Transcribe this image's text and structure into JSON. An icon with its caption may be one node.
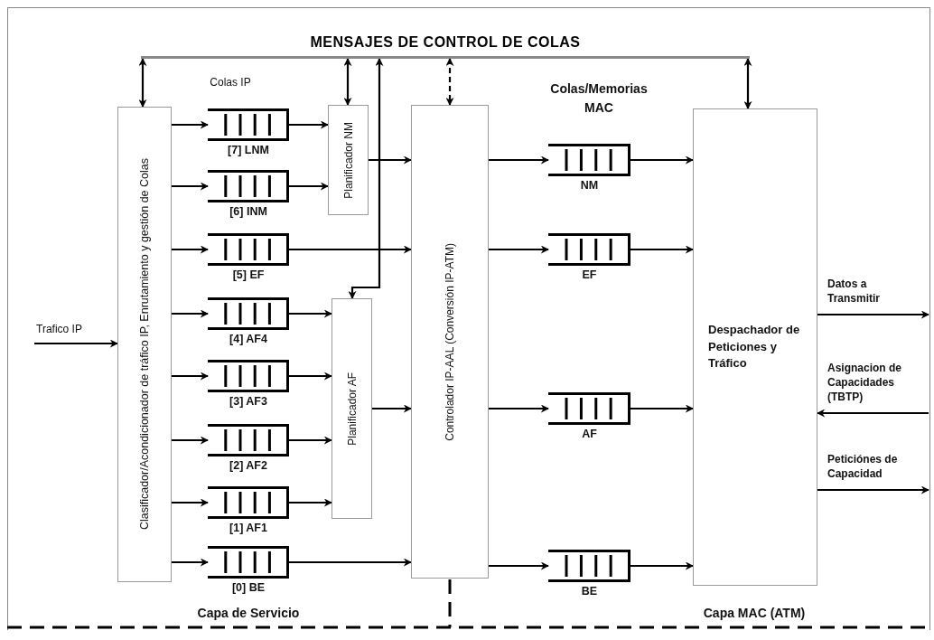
{
  "diagram": {
    "nodes": [
      {
        "text": [
          "MENSAJES DE CONTROL DE COLAS"
        ]
      },
      {
        "text": [
          "Clasificador/Acondicionador de tráfico IP, Enrutamiento y gestión de Colas"
        ]
      },
      {
        "text": [
          "[7] LNM"
        ]
      },
      {
        "text": [
          "[6] INM"
        ]
      },
      {
        "text": [
          "[5] EF"
        ]
      },
      {
        "text": [
          "[4] AF4"
        ]
      },
      {
        "text": [
          "[3] AF3"
        ]
      },
      {
        "text": [
          "[2] AF2"
        ]
      },
      {
        "text": [
          "[1] AF1"
        ]
      },
      {
        "text": [
          "[0] BE"
        ]
      },
      {
        "text": [
          "Planificador NM"
        ]
      },
      {
        "text": [
          "Planificador AF"
        ]
      },
      {
        "text": [
          "Controlador IP-AAL (Conversión IP-ATM)"
        ]
      },
      {
        "text": [
          "NM"
        ]
      },
      {
        "text": [
          "EF"
        ]
      },
      {
        "text": [
          "AF"
        ]
      },
      {
        "text": [
          "BE"
        ]
      },
      {
        "text": [
          "Despachador de Peticiones y Tráfico"
        ]
      }
    ],
    "edges": [
      {
        "from": 0,
        "to": 1,
        "arrow": "both"
      },
      {
        "from": 0,
        "to": 10,
        "arrow": "both"
      },
      {
        "from": 0,
        "to": 11,
        "arrow": "both"
      },
      {
        "from": 0,
        "to": 12,
        "arrow": "both",
        "style": "dashed"
      },
      {
        "from": 0,
        "to": 17,
        "arrow": "both"
      },
      {
        "from": null,
        "to": 1,
        "arrow": "to",
        "label": "Trafico IP"
      },
      {
        "from": 1,
        "to": 2,
        "arrow": "to"
      },
      {
        "from": 1,
        "to": 3,
        "arrow": "to"
      },
      {
        "from": 1,
        "to": 4,
        "arrow": "to"
      },
      {
        "from": 1,
        "to": 5,
        "arrow": "to"
      },
      {
        "from": 1,
        "to": 6,
        "arrow": "to"
      },
      {
        "from": 1,
        "to": 7,
        "arrow": "to"
      },
      {
        "from": 1,
        "to": 8,
        "arrow": "to"
      },
      {
        "from": 1,
        "to": 9,
        "arrow": "to"
      },
      {
        "from": 2,
        "to": 10,
        "arrow": "to"
      },
      {
        "from": 3,
        "to": 10,
        "arrow": "to"
      },
      {
        "from": 4,
        "to": 12,
        "arrow": "to"
      },
      {
        "from": 5,
        "to": 11,
        "arrow": "to"
      },
      {
        "from": 6,
        "to": 11,
        "arrow": "to"
      },
      {
        "from": 7,
        "to": 11,
        "arrow": "to"
      },
      {
        "from": 8,
        "to": 11,
        "arrow": "to"
      },
      {
        "from": 9,
        "to": 12,
        "arrow": "to"
      },
      {
        "from": 10,
        "to": 12,
        "arrow": "to"
      },
      {
        "from": 11,
        "to": 12,
        "arrow": "to"
      },
      {
        "from": 12,
        "to": 13,
        "arrow": "to"
      },
      {
        "from": 12,
        "to": 14,
        "arrow": "to"
      },
      {
        "from": 12,
        "to": 15,
        "arrow": "to"
      },
      {
        "from": 12,
        "to": 16,
        "arrow": "to"
      },
      {
        "from": 13,
        "to": 17,
        "arrow": "to"
      },
      {
        "from": 14,
        "to": 17,
        "arrow": "to"
      },
      {
        "from": 15,
        "to": 17,
        "arrow": "to"
      },
      {
        "from": 16,
        "to": 17,
        "arrow": "to"
      },
      {
        "from": 17,
        "to": null,
        "arrow": "to",
        "label": "Datos a Transmitir"
      },
      {
        "from": null,
        "to": 17,
        "arrow": "to",
        "label": "Asignacion de Capacidades (TBTP)"
      },
      {
        "from": 17,
        "to": null,
        "arrow": "to",
        "label": "Peticiónes de Capacidad"
      }
    ],
    "labels": [
      "Colas IP",
      "Colas/Memorias MAC",
      "Capa de Servicio",
      "Capa MAC (ATM)"
    ]
  }
}
